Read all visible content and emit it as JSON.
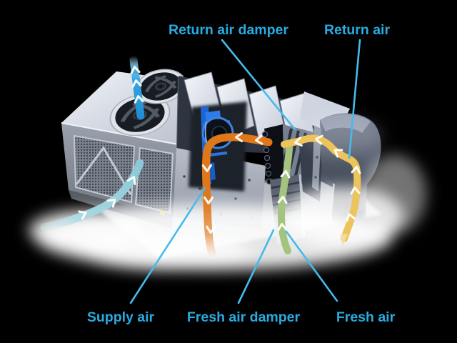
{
  "scene": {
    "description": "Cutaway 3D diagram of a rooftop packaged HVAC unit showing airflow paths",
    "background": "#000000"
  },
  "labels": {
    "return_air_damper": "Return air damper",
    "return_air": "Return air",
    "supply_air": "Supply air",
    "fresh_air_damper": "Fresh air damper",
    "fresh_air": "Fresh air"
  },
  "colors": {
    "label_text": "#29abe2",
    "leader_line": "#45bbec",
    "supply_air_arrow": "#e0771a",
    "return_air_arrow": "#edc35b",
    "fresh_air_arrow": "#a3c37e",
    "outdoor_intake_arrow": "#9fd2dd",
    "fan_exhaust_arrow": "#2d9ad8",
    "blower": "#2a74dc",
    "unit_body_light": "#dde2ea",
    "unit_body_dark": "#3c4350",
    "fog": "#ffffff"
  },
  "icons": [
    {
      "name": "supply-air-arrow",
      "shape": "bent flow arrow with chevrons",
      "color": "#e0771a"
    },
    {
      "name": "return-air-arrow",
      "shape": "elbow flow arrow with chevrons",
      "color": "#edc35b"
    },
    {
      "name": "fresh-air-arrow",
      "shape": "upward flow arrow with chevrons",
      "color": "#a3c37e"
    },
    {
      "name": "outdoor-intake-arrow",
      "shape": "curved flow arrow with chevrons",
      "color": "#9fd2dd"
    },
    {
      "name": "fan-exhaust-arrow",
      "shape": "vertical flow arrow with chevrons",
      "color": "#2d9ad8"
    }
  ]
}
